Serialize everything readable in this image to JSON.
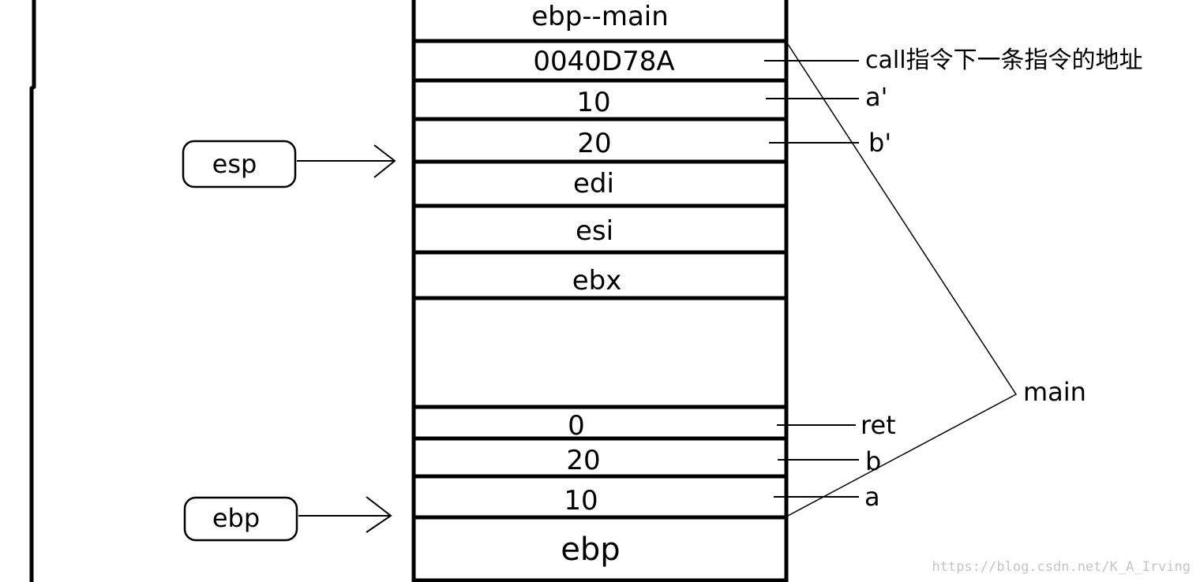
{
  "stack": {
    "cells": [
      "ebp--main",
      "0040D78A",
      "10",
      "20",
      "edi",
      "esi",
      "ebx",
      "",
      "0",
      "20",
      "10",
      "ebp"
    ]
  },
  "annotations": {
    "return_address": "call指令下一条指令的地址",
    "a_prime": "a'",
    "b_prime": "b'",
    "ret": "ret",
    "b": "b",
    "a": "a",
    "main": "main"
  },
  "registers": {
    "esp": "esp",
    "ebp": "ebp"
  },
  "watermark": "https://blog.csdn.net/K_A_Irving"
}
